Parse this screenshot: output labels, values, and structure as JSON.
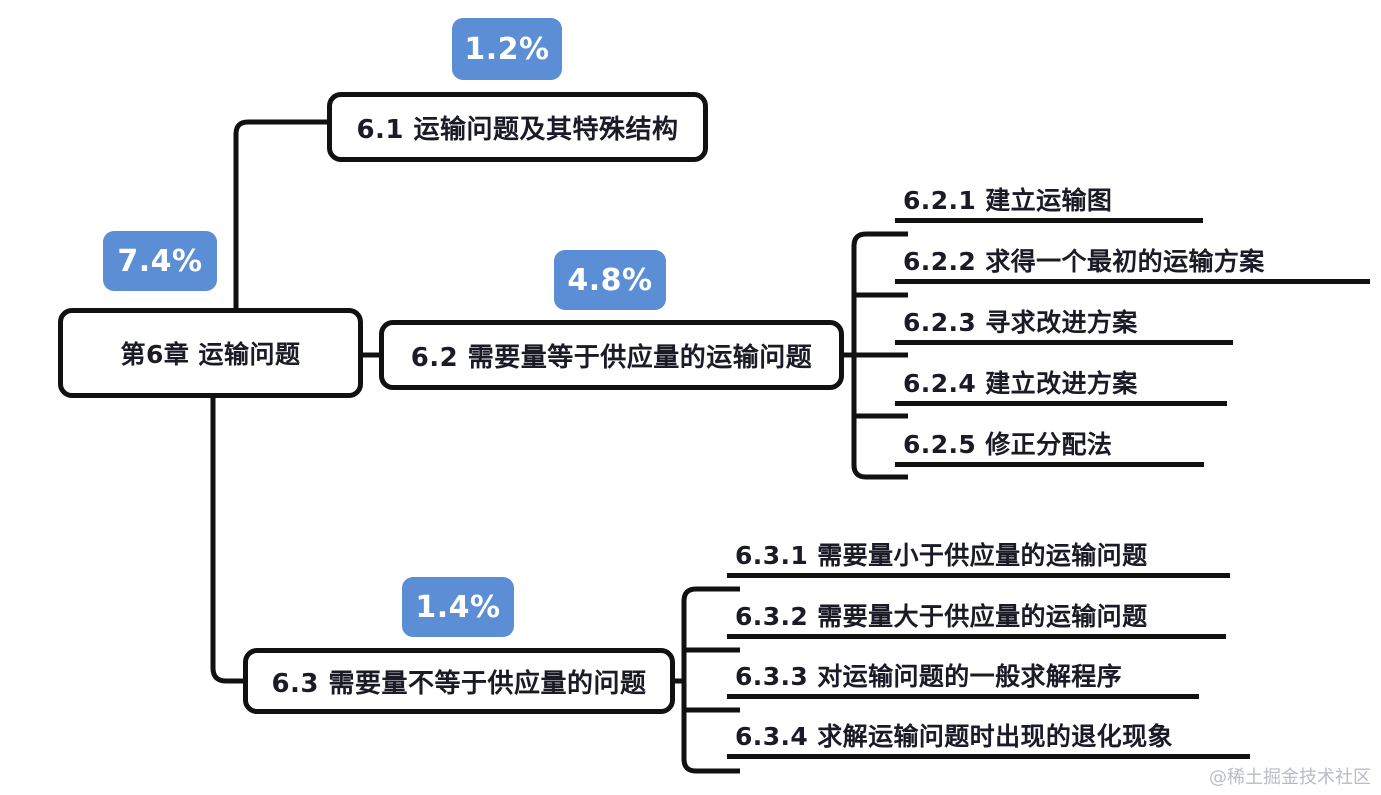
{
  "meta": {
    "background_color": "#ffffff",
    "node_border_color": "#111111",
    "badge_color": "#5b8ed4",
    "badge_text_color": "#ffffff",
    "text_color": "#1b1b28",
    "watermark": "@稀土掘金技术社区"
  },
  "mindmap": {
    "root": {
      "label": "第6章  运输问题",
      "badge": "7.4%"
    },
    "branches": [
      {
        "id": "6.1",
        "label": "6.1 运输问题及其特殊结构",
        "badge": "1.2%",
        "children": []
      },
      {
        "id": "6.2",
        "label": "6.2 需要量等于供应量的运输问题",
        "badge": "4.8%",
        "children": [
          {
            "id": "6.2.1",
            "label": "6.2.1 建立运输图"
          },
          {
            "id": "6.2.2",
            "label": "6.2.2 求得一个最初的运输方案"
          },
          {
            "id": "6.2.3",
            "label": "6.2.3 寻求改进方案"
          },
          {
            "id": "6.2.4",
            "label": "6.2.4 建立改进方案"
          },
          {
            "id": "6.2.5",
            "label": "6.2.5 修正分配法"
          }
        ]
      },
      {
        "id": "6.3",
        "label": "6.3 需要量不等于供应量的问题",
        "badge": "1.4%",
        "children": [
          {
            "id": "6.3.1",
            "label": "6.3.1 需要量小于供应量的运输问题"
          },
          {
            "id": "6.3.2",
            "label": "6.3.2 需要量大于供应量的运输问题"
          },
          {
            "id": "6.3.3",
            "label": "6.3.3 对运输问题的一般求解程序"
          },
          {
            "id": "6.3.4",
            "label": "6.3.4 求解运输问题时出现的退化现象"
          }
        ]
      }
    ]
  }
}
